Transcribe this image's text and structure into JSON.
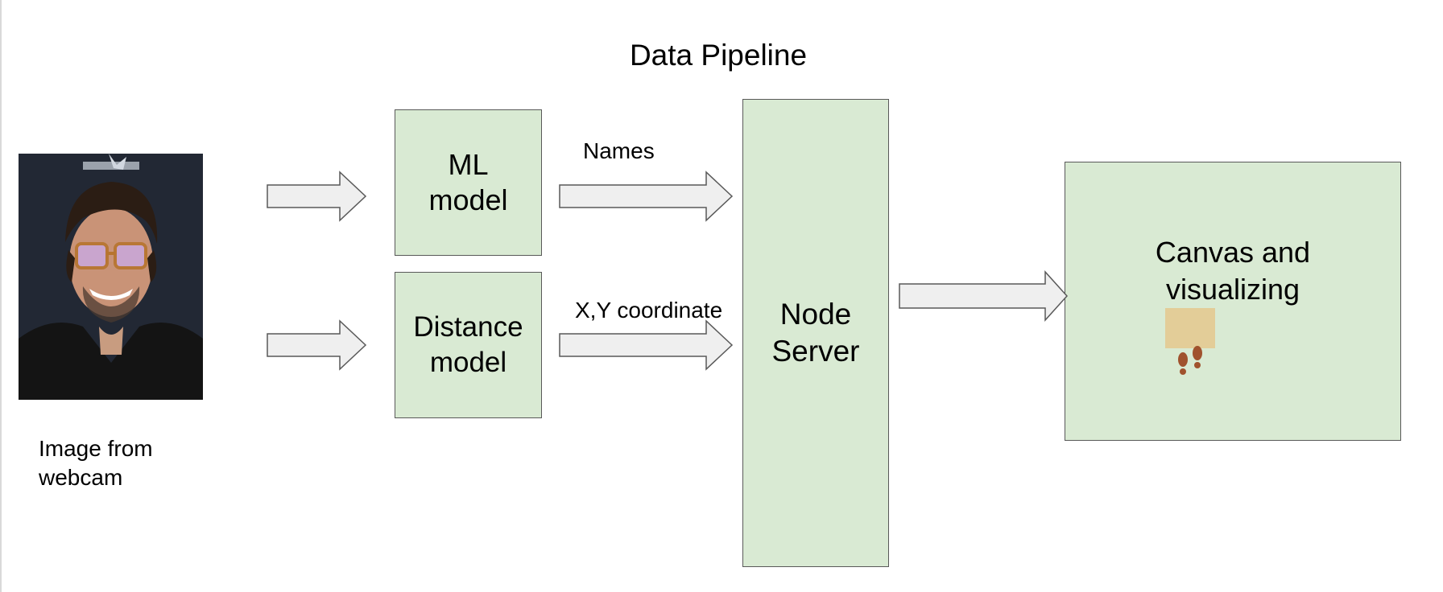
{
  "diagram": {
    "title": "Data Pipeline",
    "input_caption": "Image from\nwebcam",
    "nodes": {
      "ml_model": "ML\nmodel",
      "distance_model": "Distance\nmodel",
      "node_server": "Node\nServer",
      "canvas": "Canvas and\nvisualizing"
    },
    "edge_labels": {
      "names": "Names",
      "xy": "X,Y coordinate"
    },
    "icons": [
      "person-photo",
      "footprints-icon",
      "arrow-icon"
    ],
    "colors": {
      "box_fill": "#d9ead3",
      "box_border": "#595959",
      "arrow_fill": "#efefef",
      "arrow_border": "#595959",
      "footprint_bg": "#e3cd98",
      "footprint": "#a0522d"
    }
  }
}
